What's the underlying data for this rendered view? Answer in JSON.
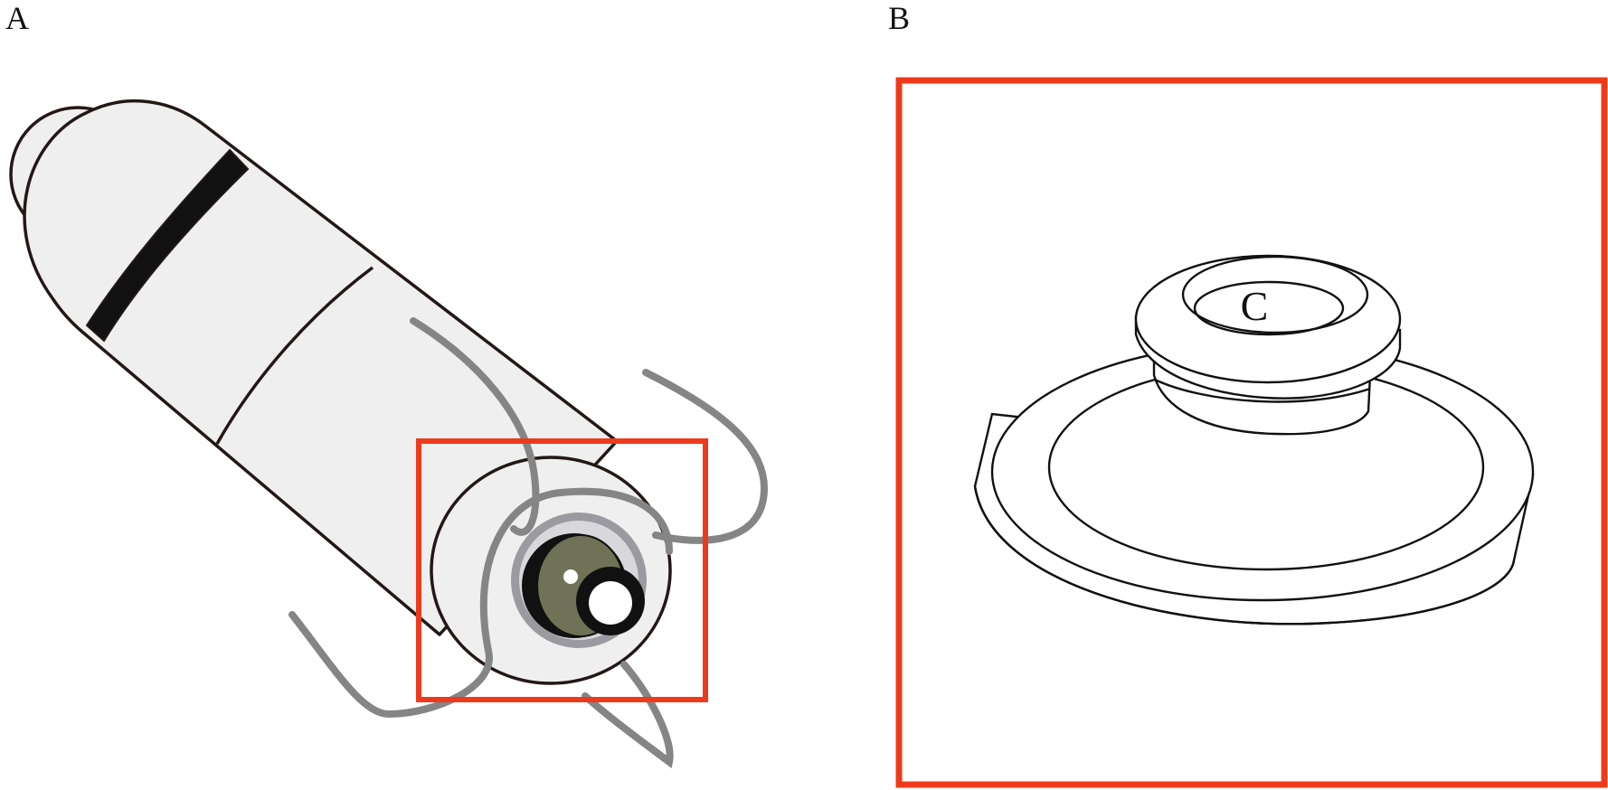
{
  "panels": {
    "a": {
      "label": "A"
    },
    "b": {
      "label": "B"
    }
  },
  "detail": {
    "center_letter": "C"
  },
  "colors": {
    "highlight_box": "#ee3a1c",
    "outline": "#231815",
    "body_fill": "#efefef",
    "thread": "#858585",
    "ring_gray": "#9a9aa0",
    "lens": "#6f7256",
    "band": "#111111"
  }
}
